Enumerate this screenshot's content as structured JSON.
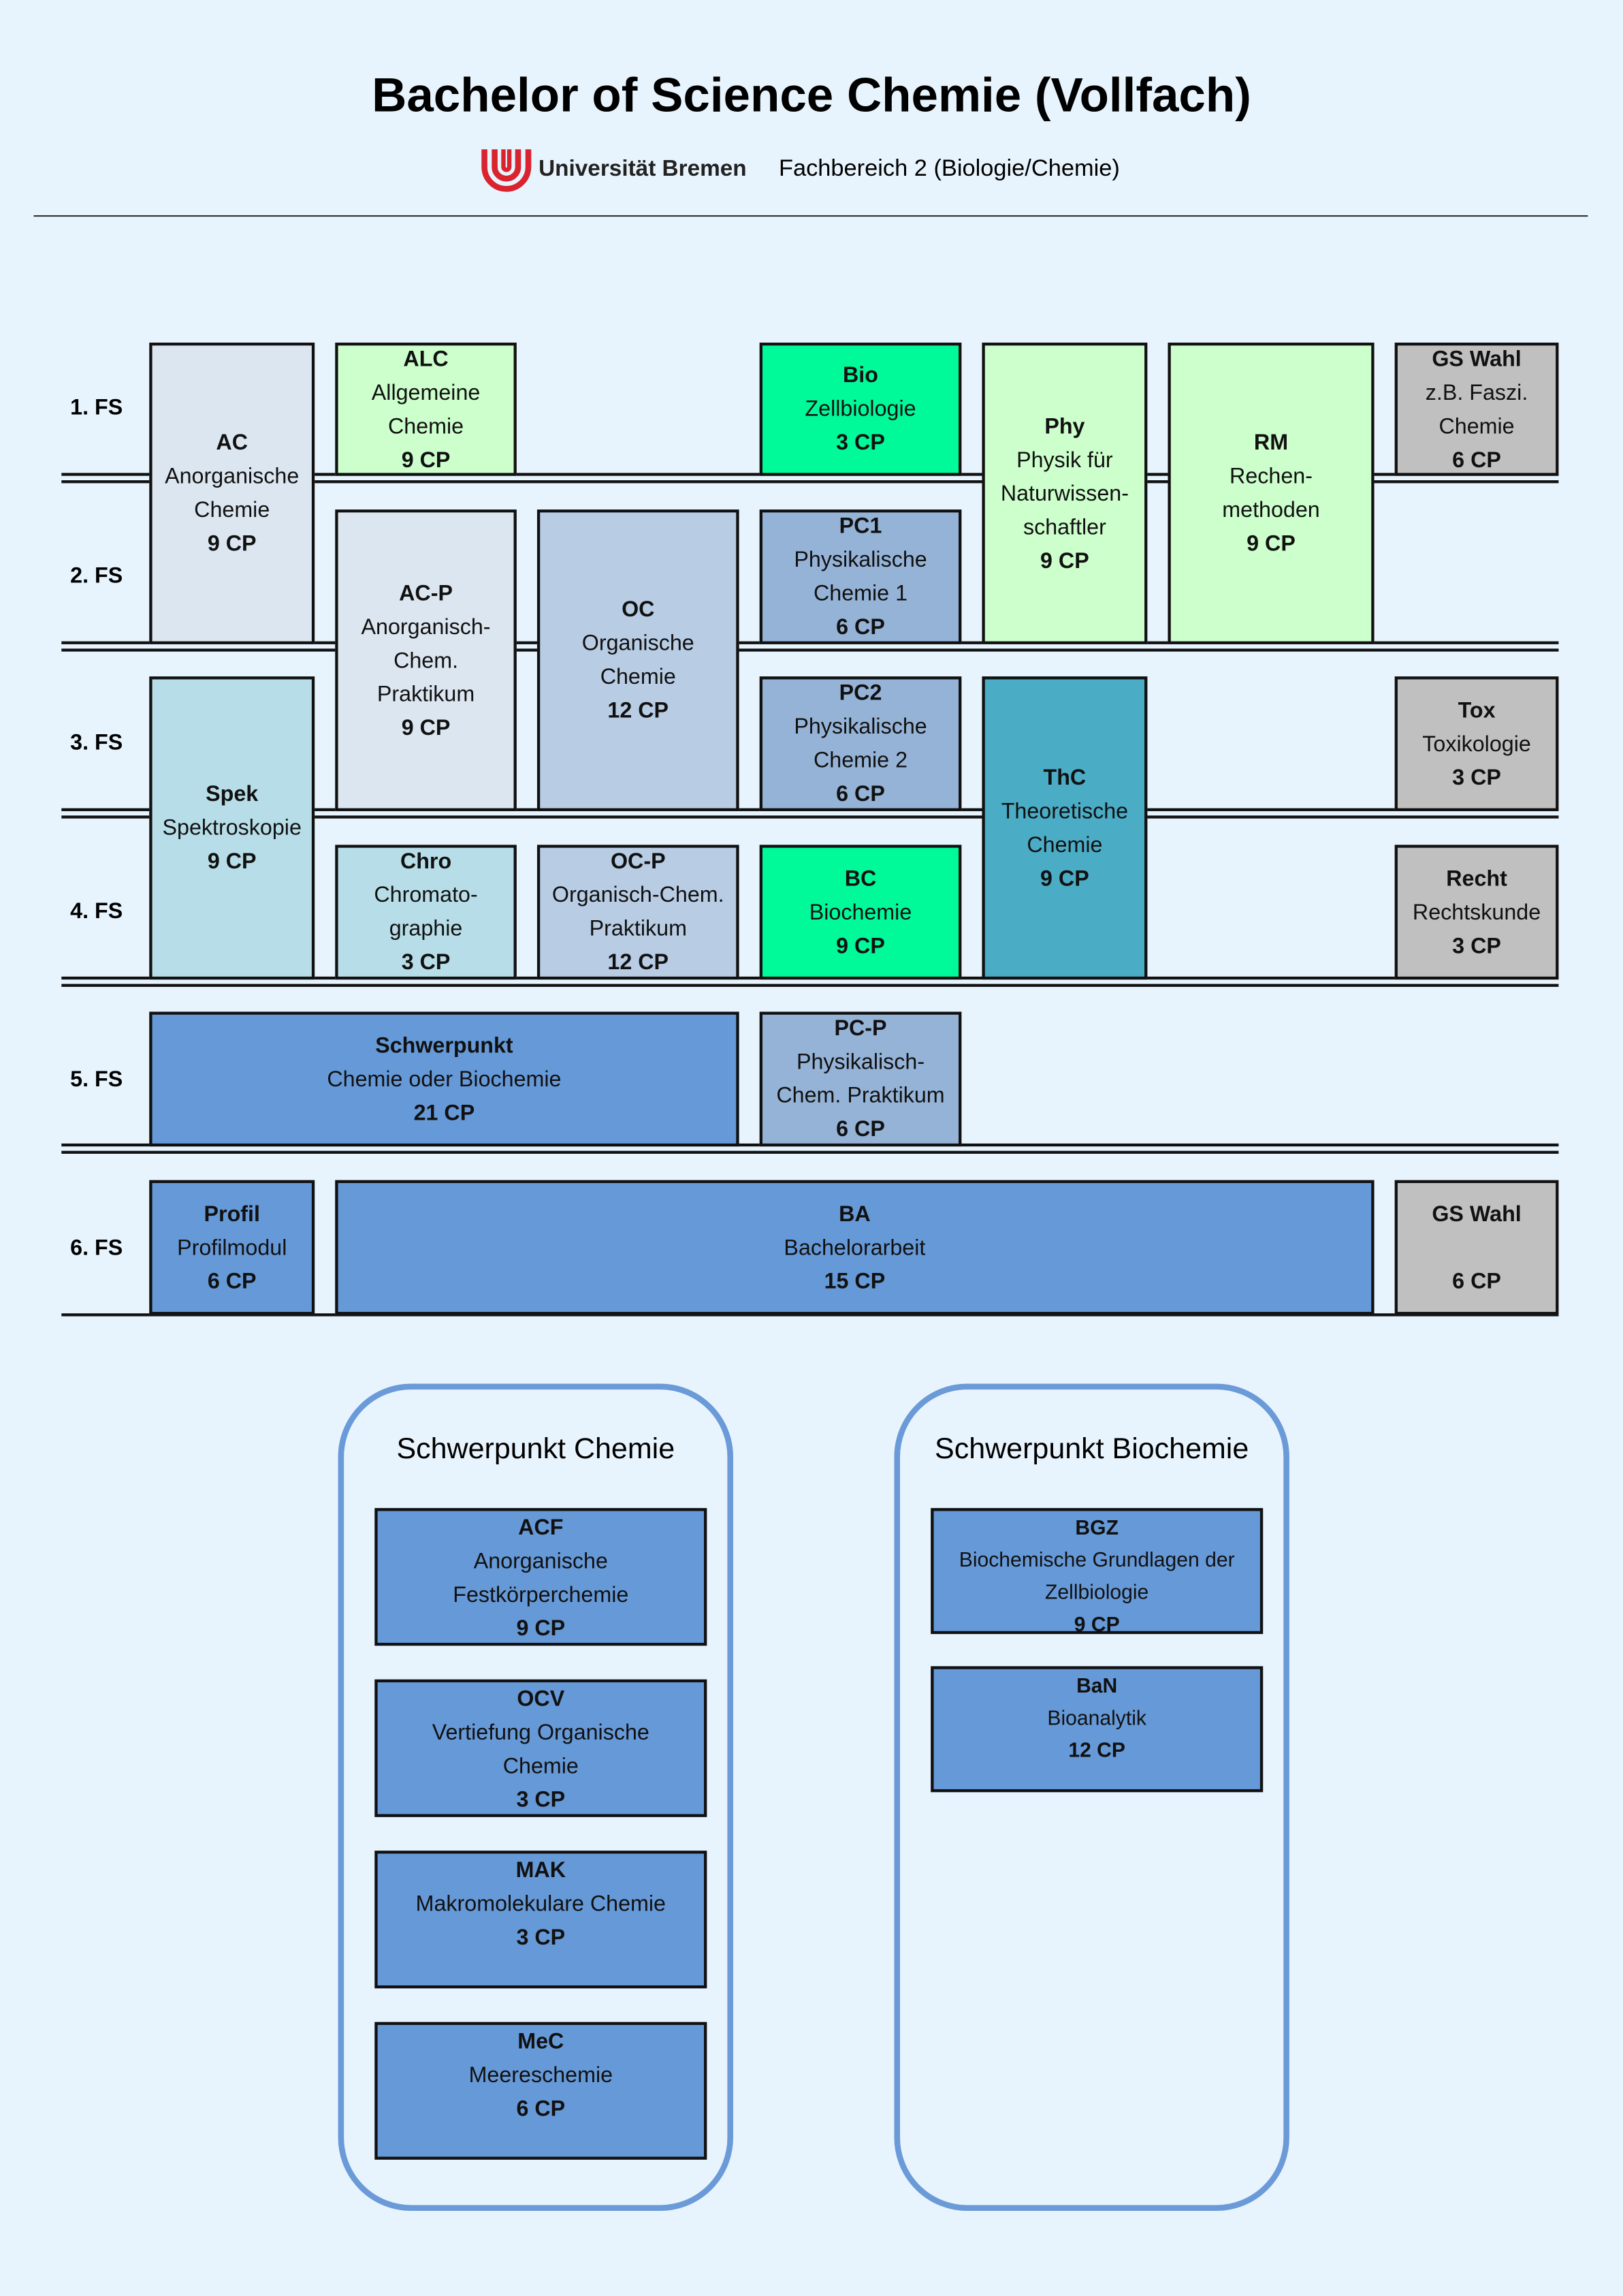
{
  "header": {
    "title": "Bachelor of Science Chemie (Vollfach)",
    "university": "Universität Bremen",
    "department": "Fachbereich 2 (Biologie/Chemie)"
  },
  "semesters": [
    "1. FS",
    "2. FS",
    "3. FS",
    "4. FS",
    "5. FS",
    "6. FS"
  ],
  "colors": {
    "grayblue": "#DCE6F0",
    "lightgreen": "#CCFFCC",
    "green": "#00FA9A",
    "gray": "#C0C0C0",
    "steel": "#B8CCE4",
    "pc": "#95B3D7",
    "cyanlight": "#B7DEE8",
    "teal": "#4BACC6",
    "blue": "#6699D8"
  },
  "modules": [
    {
      "code": "AC",
      "lines": [
        "Anorganische",
        "Chemie"
      ],
      "cp": "9 CP"
    },
    {
      "code": "ALC",
      "lines": [
        "Allgemeine",
        "Chemie"
      ],
      "cp": "9 CP"
    },
    {
      "code": "Bio",
      "lines": [
        "Zellbiologie"
      ],
      "cp": "3 CP"
    },
    {
      "code": "Phy",
      "lines": [
        "Physik für",
        "Naturwissen-",
        "schaftler"
      ],
      "cp": "9 CP"
    },
    {
      "code": "RM",
      "lines": [
        "Rechen-",
        "methoden"
      ],
      "cp": "9 CP"
    },
    {
      "code": "GS Wahl",
      "lines": [
        "z.B. Faszi.",
        "Chemie"
      ],
      "cp": "6 CP"
    },
    {
      "code": "AC-P",
      "lines": [
        "Anorganisch-",
        "Chem.",
        "Praktikum"
      ],
      "cp": "9 CP"
    },
    {
      "code": "OC",
      "lines": [
        "Organische",
        "Chemie"
      ],
      "cp": "12 CP"
    },
    {
      "code": "PC1",
      "lines": [
        "Physikalische",
        "Chemie 1"
      ],
      "cp": "6 CP"
    },
    {
      "code": "Spek",
      "lines": [
        "Spektroskopie"
      ],
      "cp": "9 CP"
    },
    {
      "code": "PC2",
      "lines": [
        "Physikalische",
        "Chemie 2"
      ],
      "cp": "6 CP"
    },
    {
      "code": "ThC",
      "lines": [
        "Theoretische",
        "Chemie"
      ],
      "cp": "9 CP"
    },
    {
      "code": "Tox",
      "lines": [
        "Toxikologie"
      ],
      "cp": "3 CP"
    },
    {
      "code": "Chro",
      "lines": [
        "Chromato-",
        "graphie"
      ],
      "cp": "3 CP"
    },
    {
      "code": "OC-P",
      "lines": [
        "Organisch-Chem.",
        "Praktikum"
      ],
      "cp": "12 CP"
    },
    {
      "code": "BC",
      "lines": [
        "Biochemie"
      ],
      "cp": "9 CP"
    },
    {
      "code": "Recht",
      "lines": [
        "Rechtskunde"
      ],
      "cp": "3 CP"
    },
    {
      "code": "Schwerpunkt",
      "lines": [
        "Chemie oder Biochemie"
      ],
      "cp": "21 CP"
    },
    {
      "code": "PC-P",
      "lines": [
        "Physikalisch-",
        "Chem. Praktikum"
      ],
      "cp": "6 CP"
    },
    {
      "code": "Profil",
      "lines": [
        "Profilmodul"
      ],
      "cp": "6 CP"
    },
    {
      "code": "BA",
      "lines": [
        "Bachelorarbeit"
      ],
      "cp": "15 CP"
    },
    {
      "code": "GS Wahl",
      "lines": [
        " "
      ],
      "cp": "6 CP"
    }
  ],
  "focus": [
    {
      "title": "Schwerpunkt Chemie",
      "modules": [
        {
          "code": "ACF",
          "lines": [
            "Anorganische",
            "Festkörperchemie"
          ],
          "cp": "9 CP"
        },
        {
          "code": "OCV",
          "lines": [
            "Vertiefung Organische",
            "Chemie"
          ],
          "cp": "3 CP"
        },
        {
          "code": "MAK",
          "lines": [
            "Makromolekulare Chemie"
          ],
          "cp": "3 CP"
        },
        {
          "code": "MeC",
          "lines": [
            "Meereschemie"
          ],
          "cp": "6 CP"
        }
      ]
    },
    {
      "title": "Schwerpunkt Biochemie",
      "modules": [
        {
          "code": "BGZ",
          "lines": [
            "Biochemische Grundlagen der",
            "Zellbiologie"
          ],
          "cp": "9 CP"
        },
        {
          "code": "BaN",
          "lines": [
            "Bioanalytik"
          ],
          "cp": "12 CP"
        }
      ]
    }
  ]
}
